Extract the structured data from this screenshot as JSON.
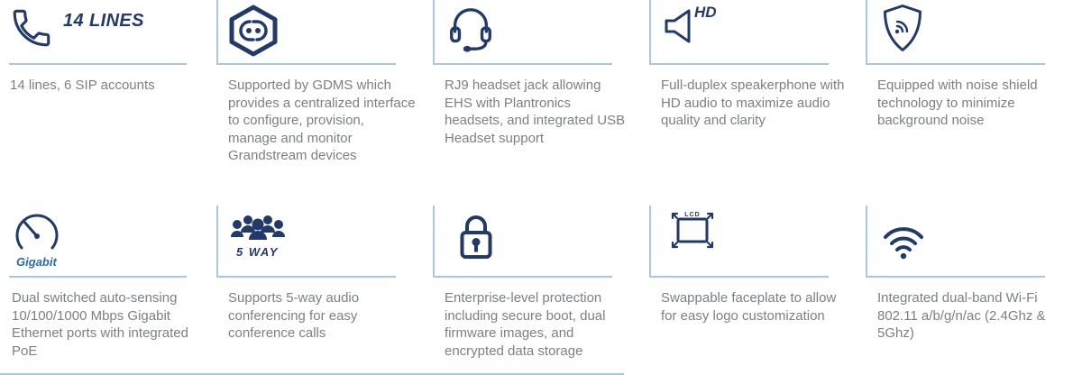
{
  "colors": {
    "icon_navy": "#213a6b",
    "body_text": "#7d8083",
    "divider_blue": "#a9c7e0",
    "accent_blue": "#2b69b0"
  },
  "features": [
    {
      "id": "lines",
      "icon": "phone-handset-icon",
      "badge": "14 LINES",
      "text": "14 lines, 6 SIP accounts"
    },
    {
      "id": "gdms",
      "icon": "gdms-hexagon-icon",
      "text": "Supported by GDMS which provides a centralized interface to configure, provision, manage and monitor Grandstream devices"
    },
    {
      "id": "headset",
      "icon": "headset-icon",
      "text": "RJ9 headset jack allowing EHS with Plantronics headsets, and integrated USB Headset support"
    },
    {
      "id": "speakerphone",
      "icon": "hd-speaker-icon",
      "badge": "HD",
      "text": "Full-duplex speakerphone with HD audio to maximize audio quality and clarity"
    },
    {
      "id": "noise-shield",
      "icon": "shield-wireless-icon",
      "text": "Equipped with noise shield technology to minimize background noise"
    },
    {
      "id": "gigabit",
      "icon": "speedometer-icon",
      "badge": "Gigabit",
      "text": "Dual switched auto-sensing 10/100/1000 Mbps Gigabit Ethernet ports with integrated PoE"
    },
    {
      "id": "five-way",
      "icon": "conference-people-icon",
      "badge": "5 WAY",
      "text": "Supports 5-way audio conferencing for easy conference calls"
    },
    {
      "id": "security",
      "icon": "padlock-icon",
      "text": "Enterprise-level protection including secure boot, dual firmware images, and encrypted data storage"
    },
    {
      "id": "faceplate",
      "icon": "lcd-faceplate-icon",
      "badge": "LCD",
      "text": "Swappable faceplate to allow for easy logo customization"
    },
    {
      "id": "wifi",
      "icon": "wifi-signal-icon",
      "text": "Integrated dual-band Wi-Fi 802.11 a/b/g/n/ac (2.4Ghz & 5Ghz)"
    }
  ]
}
